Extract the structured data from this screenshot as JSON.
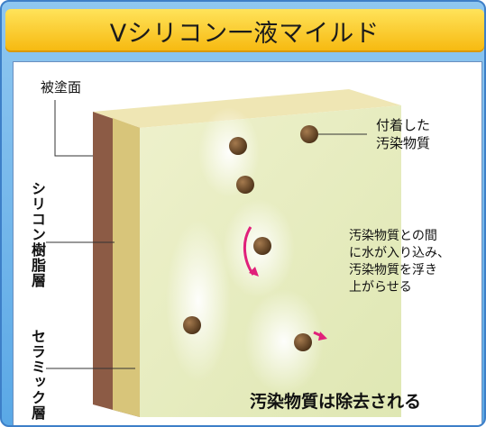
{
  "title": "Vシリコン一液マイルド",
  "labels": {
    "coated_surface": "被塗面",
    "silicone_layer": "シリコン樹脂層",
    "ceramic_layer": "セラミック層",
    "attached_dirt": "付着した\n汚染物質",
    "water_explanation": "汚染物質との間\nに水が入り込み、\n汚染物質を浮き\n上がらせる",
    "result": "汚染物質は除去される"
  },
  "colors": {
    "title_bg": "#f6c21a",
    "frame": "#5aa8e6",
    "block_face": "#e6ecbf",
    "coated_layer": "#8c5b45",
    "block_top": "#ece0a8",
    "arrow": "#e0207a",
    "dirt": "#6b4a2b"
  },
  "icons": [
    "dirt-particle-icon",
    "water-flow-arrow-icon"
  ]
}
